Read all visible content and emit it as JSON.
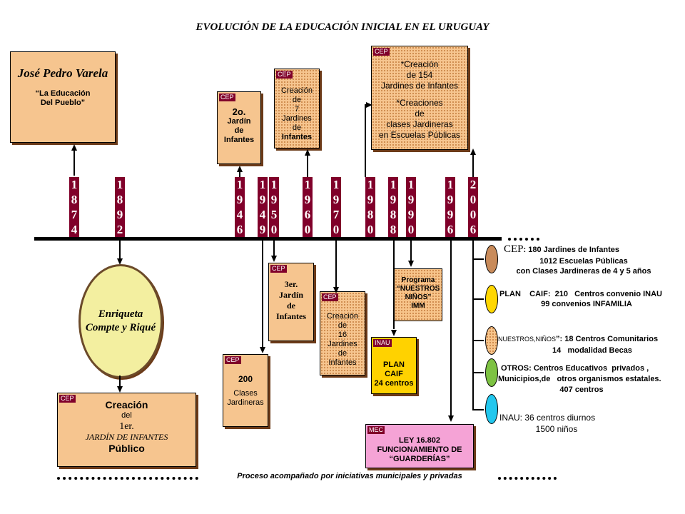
{
  "title": "EVOLUCIÓN DE LA EDUCACIÓN  INICIAL EN EL URUGUAY",
  "years": [
    {
      "id": "1874",
      "digits": [
        "1",
        "8",
        "7",
        "4"
      ]
    },
    {
      "id": "1892",
      "digits": [
        "1",
        "8",
        "9",
        "2"
      ]
    },
    {
      "id": "1946",
      "digits": [
        "1",
        "9",
        "4",
        "6"
      ]
    },
    {
      "id": "1949",
      "digits": [
        "1",
        "9",
        "4",
        "9"
      ]
    },
    {
      "id": "1950",
      "digits": [
        "1",
        "9",
        "5",
        "0"
      ]
    },
    {
      "id": "1960",
      "digits": [
        "1",
        "9",
        "6",
        "0"
      ]
    },
    {
      "id": "1970",
      "digits": [
        "1",
        "9",
        "7",
        "0"
      ]
    },
    {
      "id": "1980",
      "digits": [
        "1",
        "9",
        "8",
        "0"
      ]
    },
    {
      "id": "1988",
      "digits": [
        "1",
        "9",
        "8",
        "8"
      ]
    },
    {
      "id": "1990",
      "digits": [
        "1",
        "9",
        "9",
        "0"
      ]
    },
    {
      "id": "1996",
      "digits": [
        "1",
        "9",
        "9",
        "6"
      ]
    },
    {
      "id": "2006",
      "digits": [
        "2",
        "0",
        "0",
        "6"
      ]
    }
  ],
  "varela": {
    "name": "José Pedro Varela",
    "quote_line1": "“La Educación",
    "quote_line2": "Del Pueblo”"
  },
  "compte": {
    "line1": "Enriqueta",
    "line2": "Compte y Riqué"
  },
  "first_kinder": {
    "tag": "CEP",
    "line1": "Creación",
    "line2": "del",
    "line3": "1er.",
    "line4": "JARDÍN DE INFANTES",
    "line5": "Público"
  },
  "second_kinder": {
    "tag": "CEP",
    "line1": "2o.",
    "line2": "Jardín",
    "line3": "de",
    "line4": "Infantes"
  },
  "third_kinder": {
    "tag": "CEP",
    "line1": "3er.",
    "line2": "Jardín",
    "line3": "de",
    "line4": "Infantes"
  },
  "classes_200": {
    "tag": "CEP",
    "line1": "200",
    "line2": "Clases",
    "line3": "Jardineras"
  },
  "seven_kinder": {
    "tag": "CEP",
    "line1": "Creación",
    "line2": "de",
    "line3": "7",
    "line4": "Jardines",
    "line5": "de",
    "line6": "Infantes"
  },
  "sixteen_kinder": {
    "tag": "CEP",
    "line1": "Creación",
    "line2": "de",
    "line3": "16",
    "line4": "Jardines",
    "line5": "de",
    "line6": "Infantes"
  },
  "big_creation": {
    "tag": "CEP",
    "line1": "*Creación",
    "line2": "de 154",
    "line3": "Jardines de Infantes",
    "line4": "*Creaciones",
    "line5": "de",
    "line6": "clases Jardineras",
    "line7": "en Escuelas Públicas"
  },
  "nuestros_ninos": {
    "line1": "Programa",
    "line2": "“NUESTROS",
    "line3": "NIÑOS”",
    "line4": "IMM"
  },
  "plan_caif": {
    "tag": "INAU",
    "line1": "PLAN",
    "line2": "CAIF",
    "line3": "24 centros"
  },
  "ley": {
    "tag": "MEC",
    "line1": "LEY 16.802",
    "line2": "FUNCIONAMIENTO DE",
    "line3": "“GUARDERÍAS”"
  },
  "stats": {
    "cep_label": "CEP",
    "cep_line1": ": 180 Jardines de Infantes",
    "cep_line2": "1012 Escuelas Públicas",
    "cep_line3": "con Clases Jardineras de 4 y 5 años",
    "caif_line1": "PLAN    CAIF:  210   Centros convenio INAU",
    "caif_line2": "99 convenios INFAMILIA",
    "nn_line1_a": "NUESTROS",
    "nn_line1_b": "NIÑOS",
    "nn_line1_c": "”: 18 Centros Comunitarios",
    "nn_line2": "14   modalidad Becas",
    "otros_line1": "OTROS: Centros Educativos  privados ,",
    "otros_line2": "Municipios,de   otros organismos estatales.",
    "otros_line3": "407 centros",
    "inau_line1": "INAU: 36 centros diurnos",
    "inau_line2": "1500 niños"
  },
  "footer": "Proceso acompañado por iniciativas municipales y privadas",
  "colors": {
    "tag": "#80002a",
    "box": "#f6c58f",
    "oval_brown": "#c98b5a",
    "oval_yellow": "#ffd700",
    "oval_green": "#7dc242",
    "oval_cyan": "#22c7ee",
    "pink": "#f5a3d6",
    "yellow_box": "#ffd200"
  }
}
